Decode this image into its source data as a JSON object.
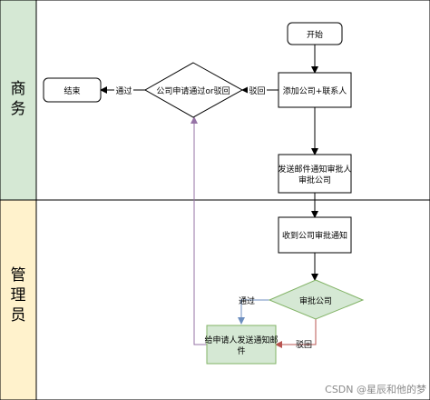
{
  "lanes": {
    "business": "商\n务",
    "admin": "管\n理\n员"
  },
  "nodes": {
    "start": "开始",
    "add_company": "添加公司+联系人",
    "decision_company": "公司申请通过or驳回",
    "end": "结束",
    "send_notice": "发送邮件通知审批人\n审批公司",
    "receive_notice": "收到公司审批通知",
    "approve_company": "审批公司",
    "notify_applicant": "给申请人发送通知邮\n件"
  },
  "edges": {
    "reject_top": "驳回",
    "pass_top": "通过",
    "pass_bottom": "通过",
    "reject_bottom": "驳回"
  },
  "watermark": "CSDN @星辰和他的梦",
  "colors": {
    "lane_business": "#d5e8d4",
    "lane_admin": "#fff2cc",
    "node_green": "#d5e8d4",
    "arrow_blue": "#6c8ebf",
    "arrow_red": "#b85450",
    "arrow_purple": "#9673a6"
  }
}
